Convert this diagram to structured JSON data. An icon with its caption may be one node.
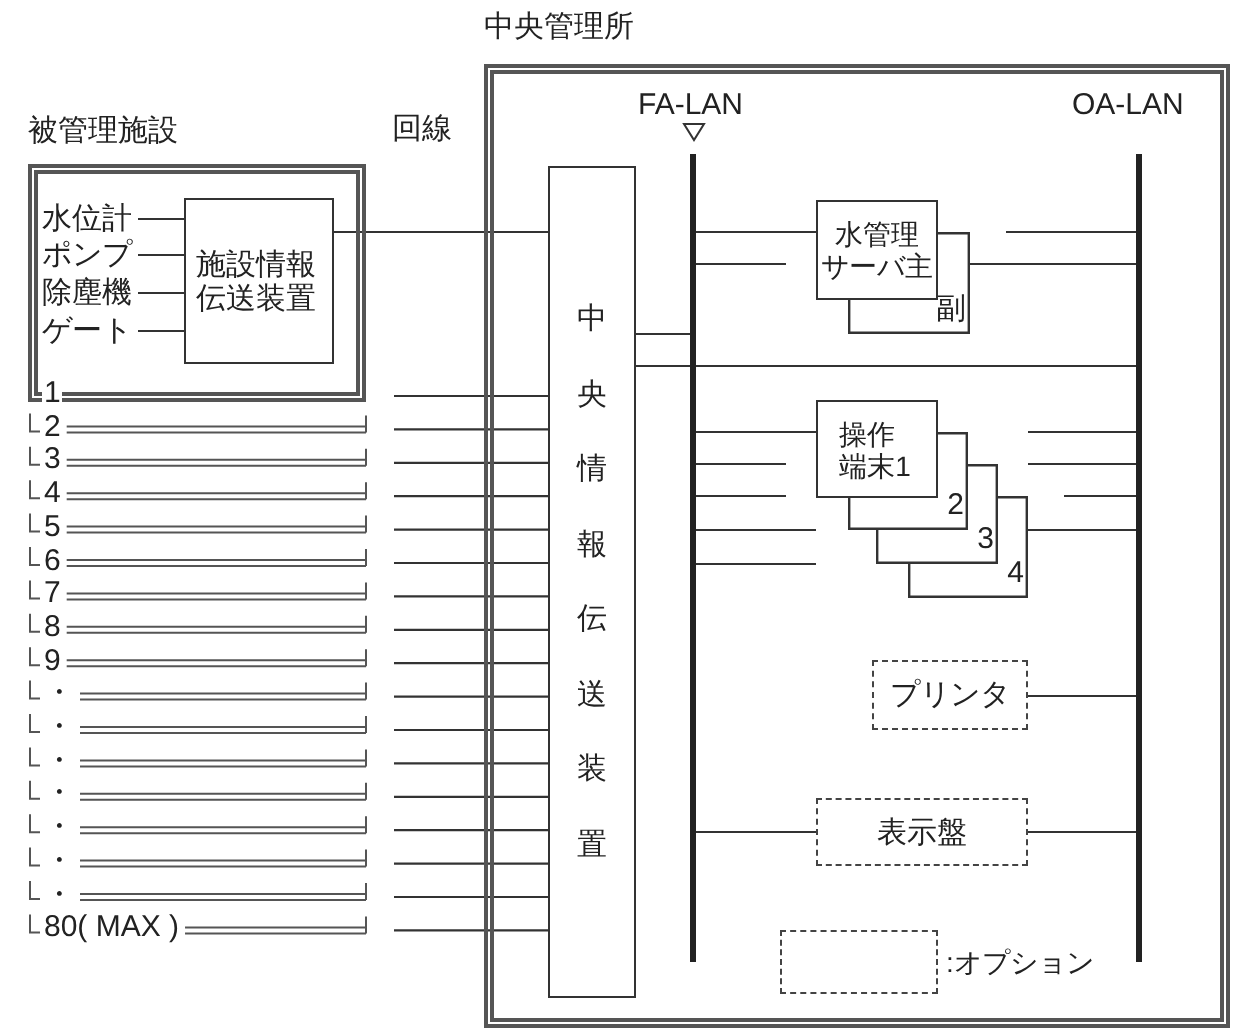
{
  "diagram": {
    "nodes": [
      {
        "text": [
          "中央管理所"
        ]
      },
      {
        "text": [
          "被管理施設"
        ]
      },
      {
        "text": [
          "施設情報伝送装置"
        ],
        "in": 1
      },
      {
        "text": [
          "水位計"
        ],
        "in": 1
      },
      {
        "text": [
          "ポンプ"
        ],
        "in": 1
      },
      {
        "text": [
          "除塵機"
        ],
        "in": 1
      },
      {
        "text": [
          "ゲート"
        ],
        "in": 1
      },
      {
        "text": [
          "中央情報伝送装置"
        ],
        "in": 0
      },
      {
        "text": [],
        "shape": "bar",
        "in": 0
      },
      {
        "text": [],
        "shape": "bar",
        "in": 0
      },
      {
        "text": [
          "水管理サーバ主"
        ],
        "in": 0
      },
      {
        "text": [
          "副"
        ],
        "in": 0
      },
      {
        "text": [
          "操作端末1",
          "2",
          "3",
          "4"
        ],
        "in": 0
      },
      {
        "text": [
          "プリンタ"
        ],
        "in": 0
      },
      {
        "text": [
          "表示盤"
        ],
        "in": 0
      }
    ],
    "edges": [
      {
        "from": 3,
        "to": 2,
        "arrow": "none"
      },
      {
        "from": 4,
        "to": 2,
        "arrow": "none"
      },
      {
        "from": 5,
        "to": 2,
        "arrow": "none"
      },
      {
        "from": 6,
        "to": 2,
        "arrow": "none"
      },
      {
        "from": 2,
        "to": 7,
        "arrow": "none"
      },
      {
        "from": null,
        "to": 7,
        "arrow": "none"
      },
      {
        "from": null,
        "to": 7,
        "arrow": "none"
      },
      {
        "from": null,
        "to": 7,
        "arrow": "none"
      },
      {
        "from": null,
        "to": 7,
        "arrow": "none"
      },
      {
        "from": null,
        "to": 7,
        "arrow": "none"
      },
      {
        "from": null,
        "to": 7,
        "arrow": "none"
      },
      {
        "from": null,
        "to": 7,
        "arrow": "none"
      },
      {
        "from": null,
        "to": 7,
        "arrow": "none"
      },
      {
        "from": null,
        "to": 7,
        "arrow": "none"
      },
      {
        "from": null,
        "to": 7,
        "arrow": "none"
      },
      {
        "from": null,
        "to": 7,
        "arrow": "none"
      },
      {
        "from": null,
        "to": 7,
        "arrow": "none"
      },
      {
        "from": null,
        "to": 7,
        "arrow": "none"
      },
      {
        "from": null,
        "to": 7,
        "arrow": "none"
      },
      {
        "from": null,
        "to": 7,
        "arrow": "none"
      },
      {
        "from": null,
        "to": 7,
        "arrow": "none"
      },
      {
        "from": null,
        "to": 7,
        "arrow": "none"
      },
      {
        "from": 7,
        "to": 8,
        "arrow": "none"
      },
      {
        "from": 7,
        "to": 9,
        "arrow": "none"
      },
      {
        "from": 8,
        "to": 10,
        "arrow": "none"
      },
      {
        "from": 8,
        "to": null,
        "arrow": "none"
      },
      {
        "from": null,
        "to": 9,
        "arrow": "none"
      },
      {
        "from": 11,
        "to": 9,
        "arrow": "none"
      },
      {
        "from": 8,
        "to": 12,
        "arrow": "none"
      },
      {
        "from": 8,
        "to": null,
        "arrow": "none"
      },
      {
        "from": 8,
        "to": null,
        "arrow": "none"
      },
      {
        "from": 8,
        "to": 12,
        "arrow": "none"
      },
      {
        "from": 8,
        "to": 12,
        "arrow": "none"
      },
      {
        "from": 12,
        "to": 9,
        "arrow": "none"
      },
      {
        "from": 12,
        "to": 9,
        "arrow": "none"
      },
      {
        "from": null,
        "to": 9,
        "arrow": "none"
      },
      {
        "from": 12,
        "to": 9,
        "arrow": "none"
      },
      {
        "from": 13,
        "to": 9,
        "arrow": "none"
      },
      {
        "from": 8,
        "to": 14,
        "arrow": "none"
      },
      {
        "from": 14,
        "to": 9,
        "arrow": "none"
      }
    ],
    "labels": [
      "回線",
      "1",
      "2",
      "3",
      "4",
      "5",
      "6",
      "7",
      "8",
      "9",
      "・",
      "・",
      "・",
      "・",
      "・",
      "・",
      "・",
      "80( MAX )",
      "FA-LAN",
      "OA-LAN"
    ],
    "legend": [
      {
        "text": ":オプション"
      }
    ]
  }
}
